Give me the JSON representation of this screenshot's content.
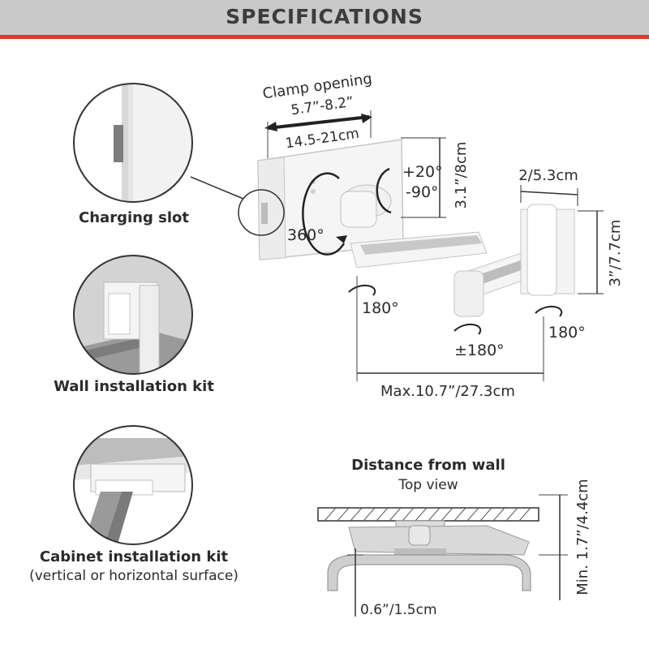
{
  "header": {
    "title": "SPECIFICATIONS"
  },
  "callouts": {
    "charging_slot": "Charging slot",
    "wall_kit": "Wall installation kit",
    "cabinet_kit": "Cabinet installation kit",
    "cabinet_note": "(vertical or horizontal surface)"
  },
  "dimensions": {
    "clamp_label": "Clamp opening",
    "clamp_inches": "5.7”-8.2”",
    "clamp_cm": "14.5-21cm",
    "tilt_up": "+20°",
    "tilt_down": "-90°",
    "height": "3.1”/8cm",
    "rotation": "360°",
    "plate_width": "2/5.3cm",
    "plate_height": "3”/7.7cm",
    "swivel_left": "180°",
    "swivel_middle": "±180°",
    "swivel_right": "180°",
    "max_length": "Max.10.7”/27.3cm"
  },
  "top_view": {
    "title": "Distance from wall",
    "subtitle": "Top view",
    "min_distance": "Min. 1.7”/4.4cm",
    "clearance": "0.6”/1.5cm"
  },
  "colors": {
    "accent": "#e3352e",
    "header": "#c9c9c9",
    "arm_gray": "#bdbdbd"
  }
}
